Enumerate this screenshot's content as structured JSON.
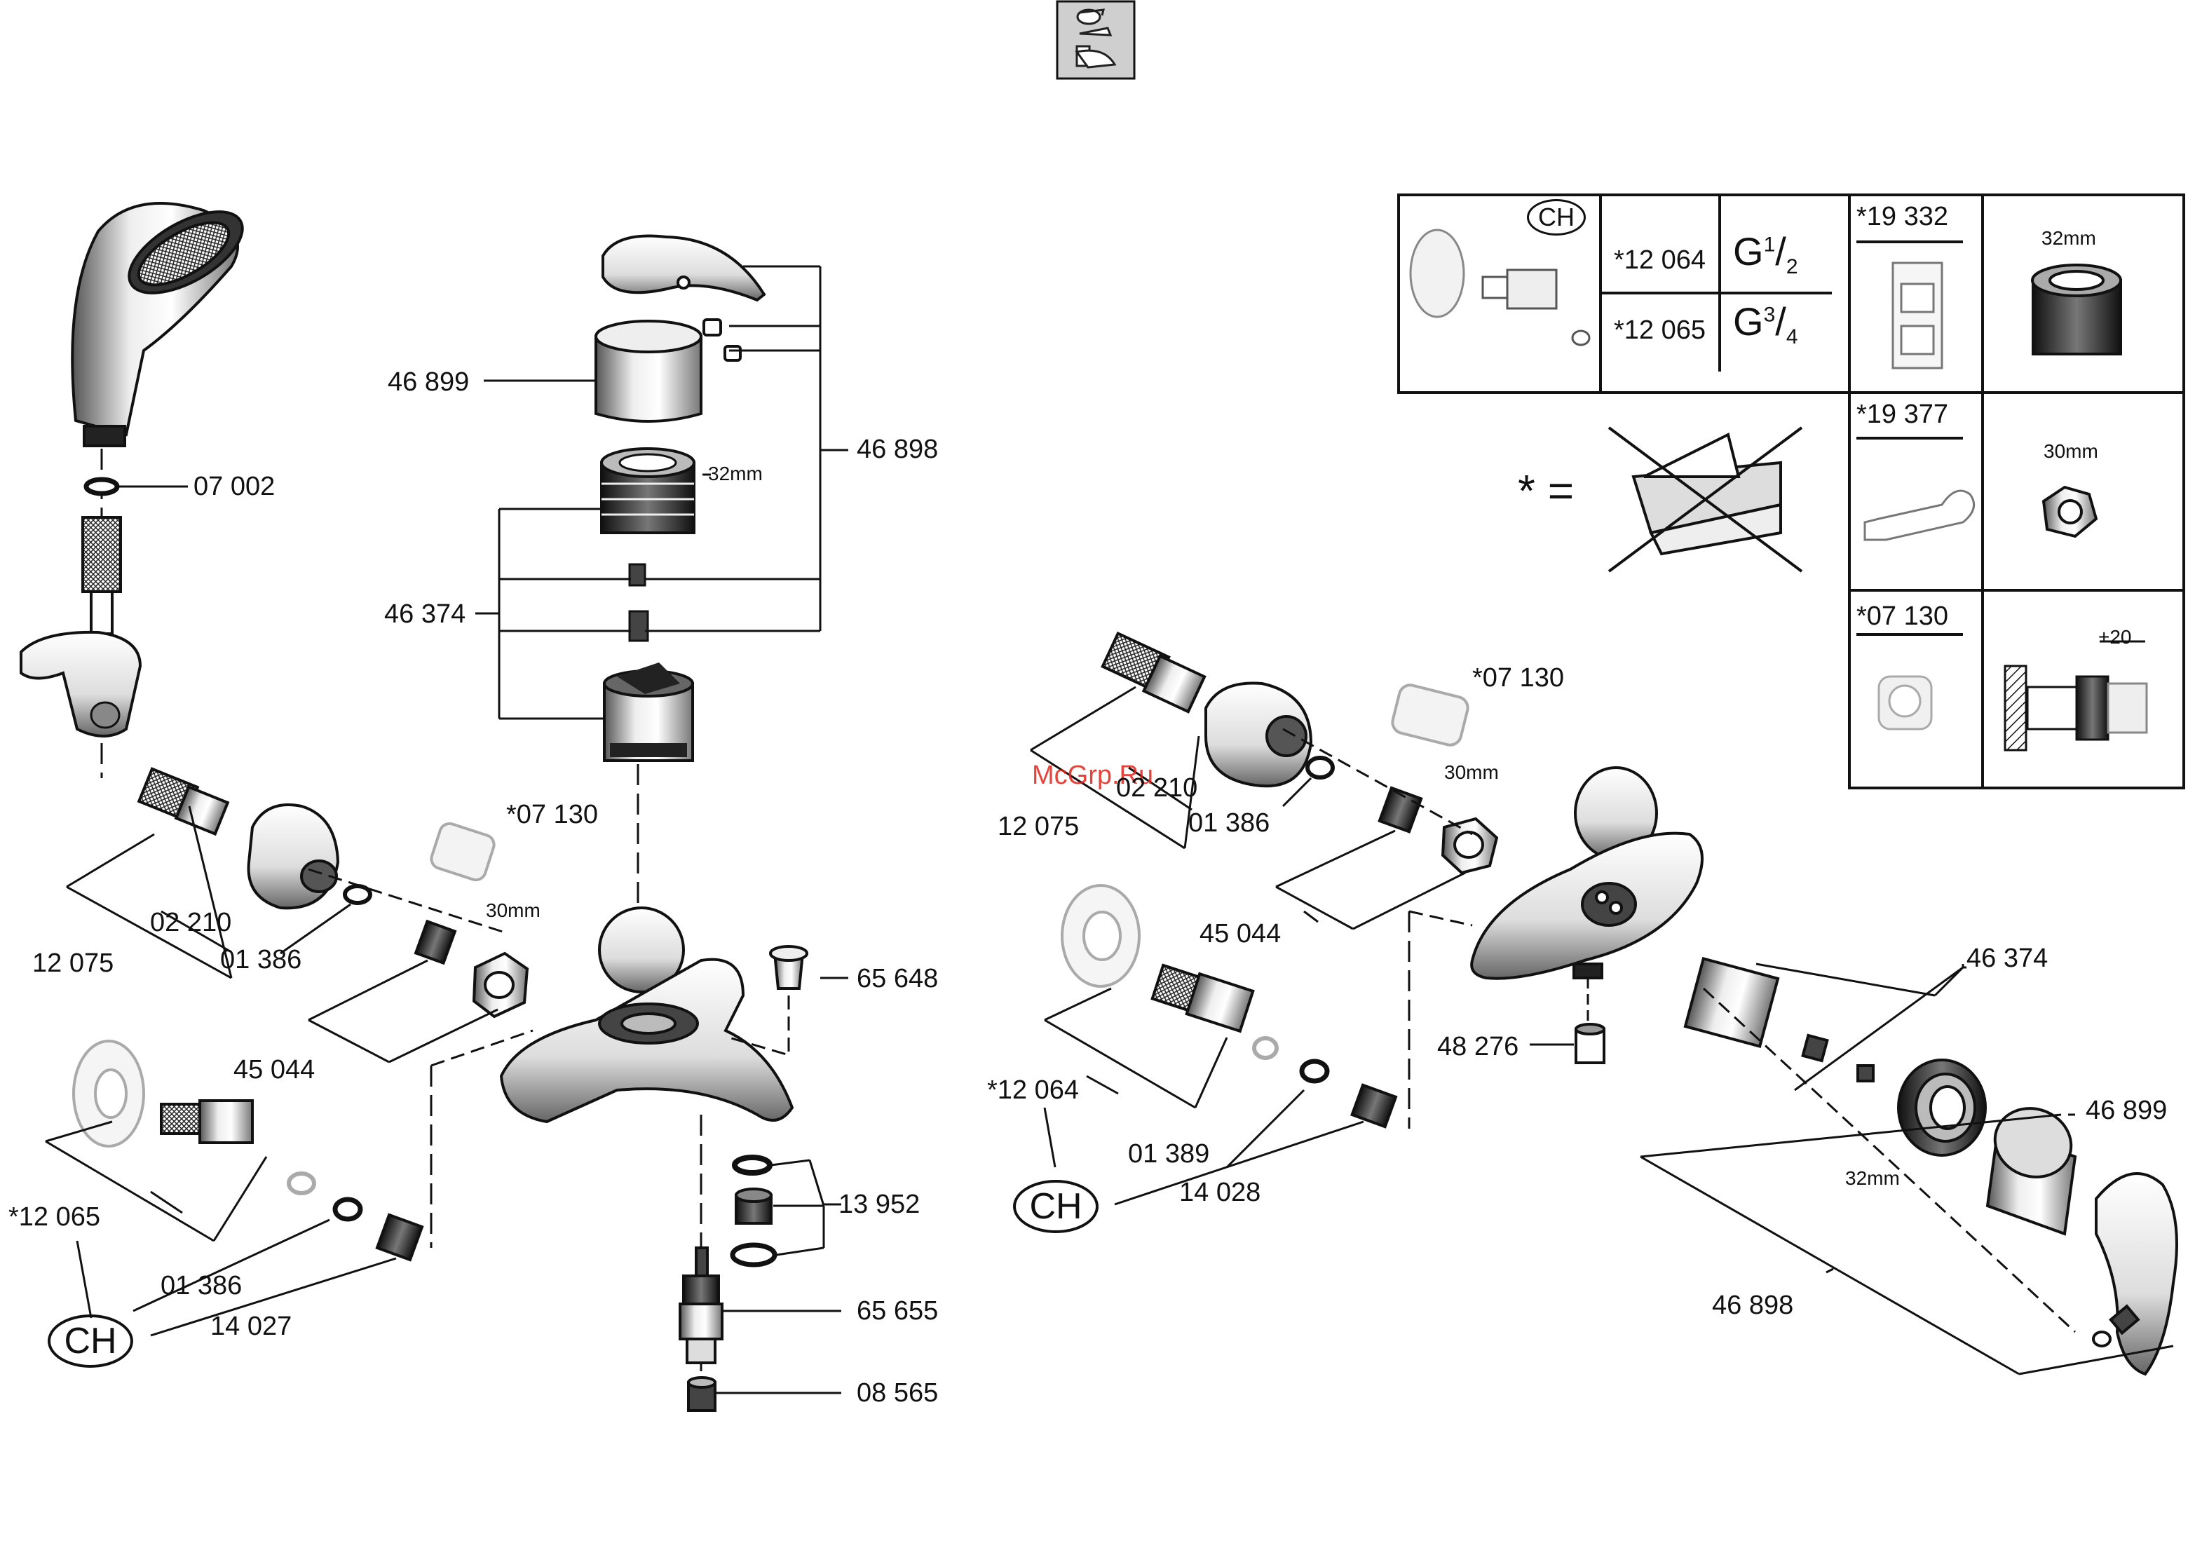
{
  "parts": {
    "hand_shower_washer": "07 002",
    "handle_cap_set": "46 899",
    "handle_set": "46 898",
    "cartridge_nut_size": "32mm",
    "cartridge_set": "46 374",
    "extension_note": "*07 130",
    "nut_size_30": "30mm",
    "eccentric_set": "12 075",
    "rosette": "02 210",
    "washer": "01 386",
    "union_set": "45 044",
    "plug": "65 648",
    "ch_eccentric_g34": "*12 065",
    "ch_marker": "CH",
    "ch_connector_left": "14 027",
    "aerator_set": "13 952",
    "diverter": "65 655",
    "diverter_cap": "08 565",
    "ch_eccentric_g12": "*12 064",
    "ch_washer_right": "01 389",
    "ch_connector_right": "14 028",
    "shower_outlet": "48 276"
  },
  "legend_table": {
    "ch_label": "CH",
    "row1_code": "*12 064",
    "row1_thread_main": "G",
    "row1_thread_num": "1",
    "row1_thread_den": "2",
    "row2_code": "*12 065",
    "row2_thread_main": "G",
    "row2_thread_num": "3",
    "row2_thread_den": "4",
    "tool_cartridge": "*19 332",
    "tool_cartridge_size": "32mm",
    "tool_wrench": "*19 377",
    "tool_wrench_size": "30mm",
    "tool_extension": "*07 130",
    "extension_dim": "+20",
    "asterisk_note": "* ="
  },
  "watermark": "McGrp.Ru"
}
